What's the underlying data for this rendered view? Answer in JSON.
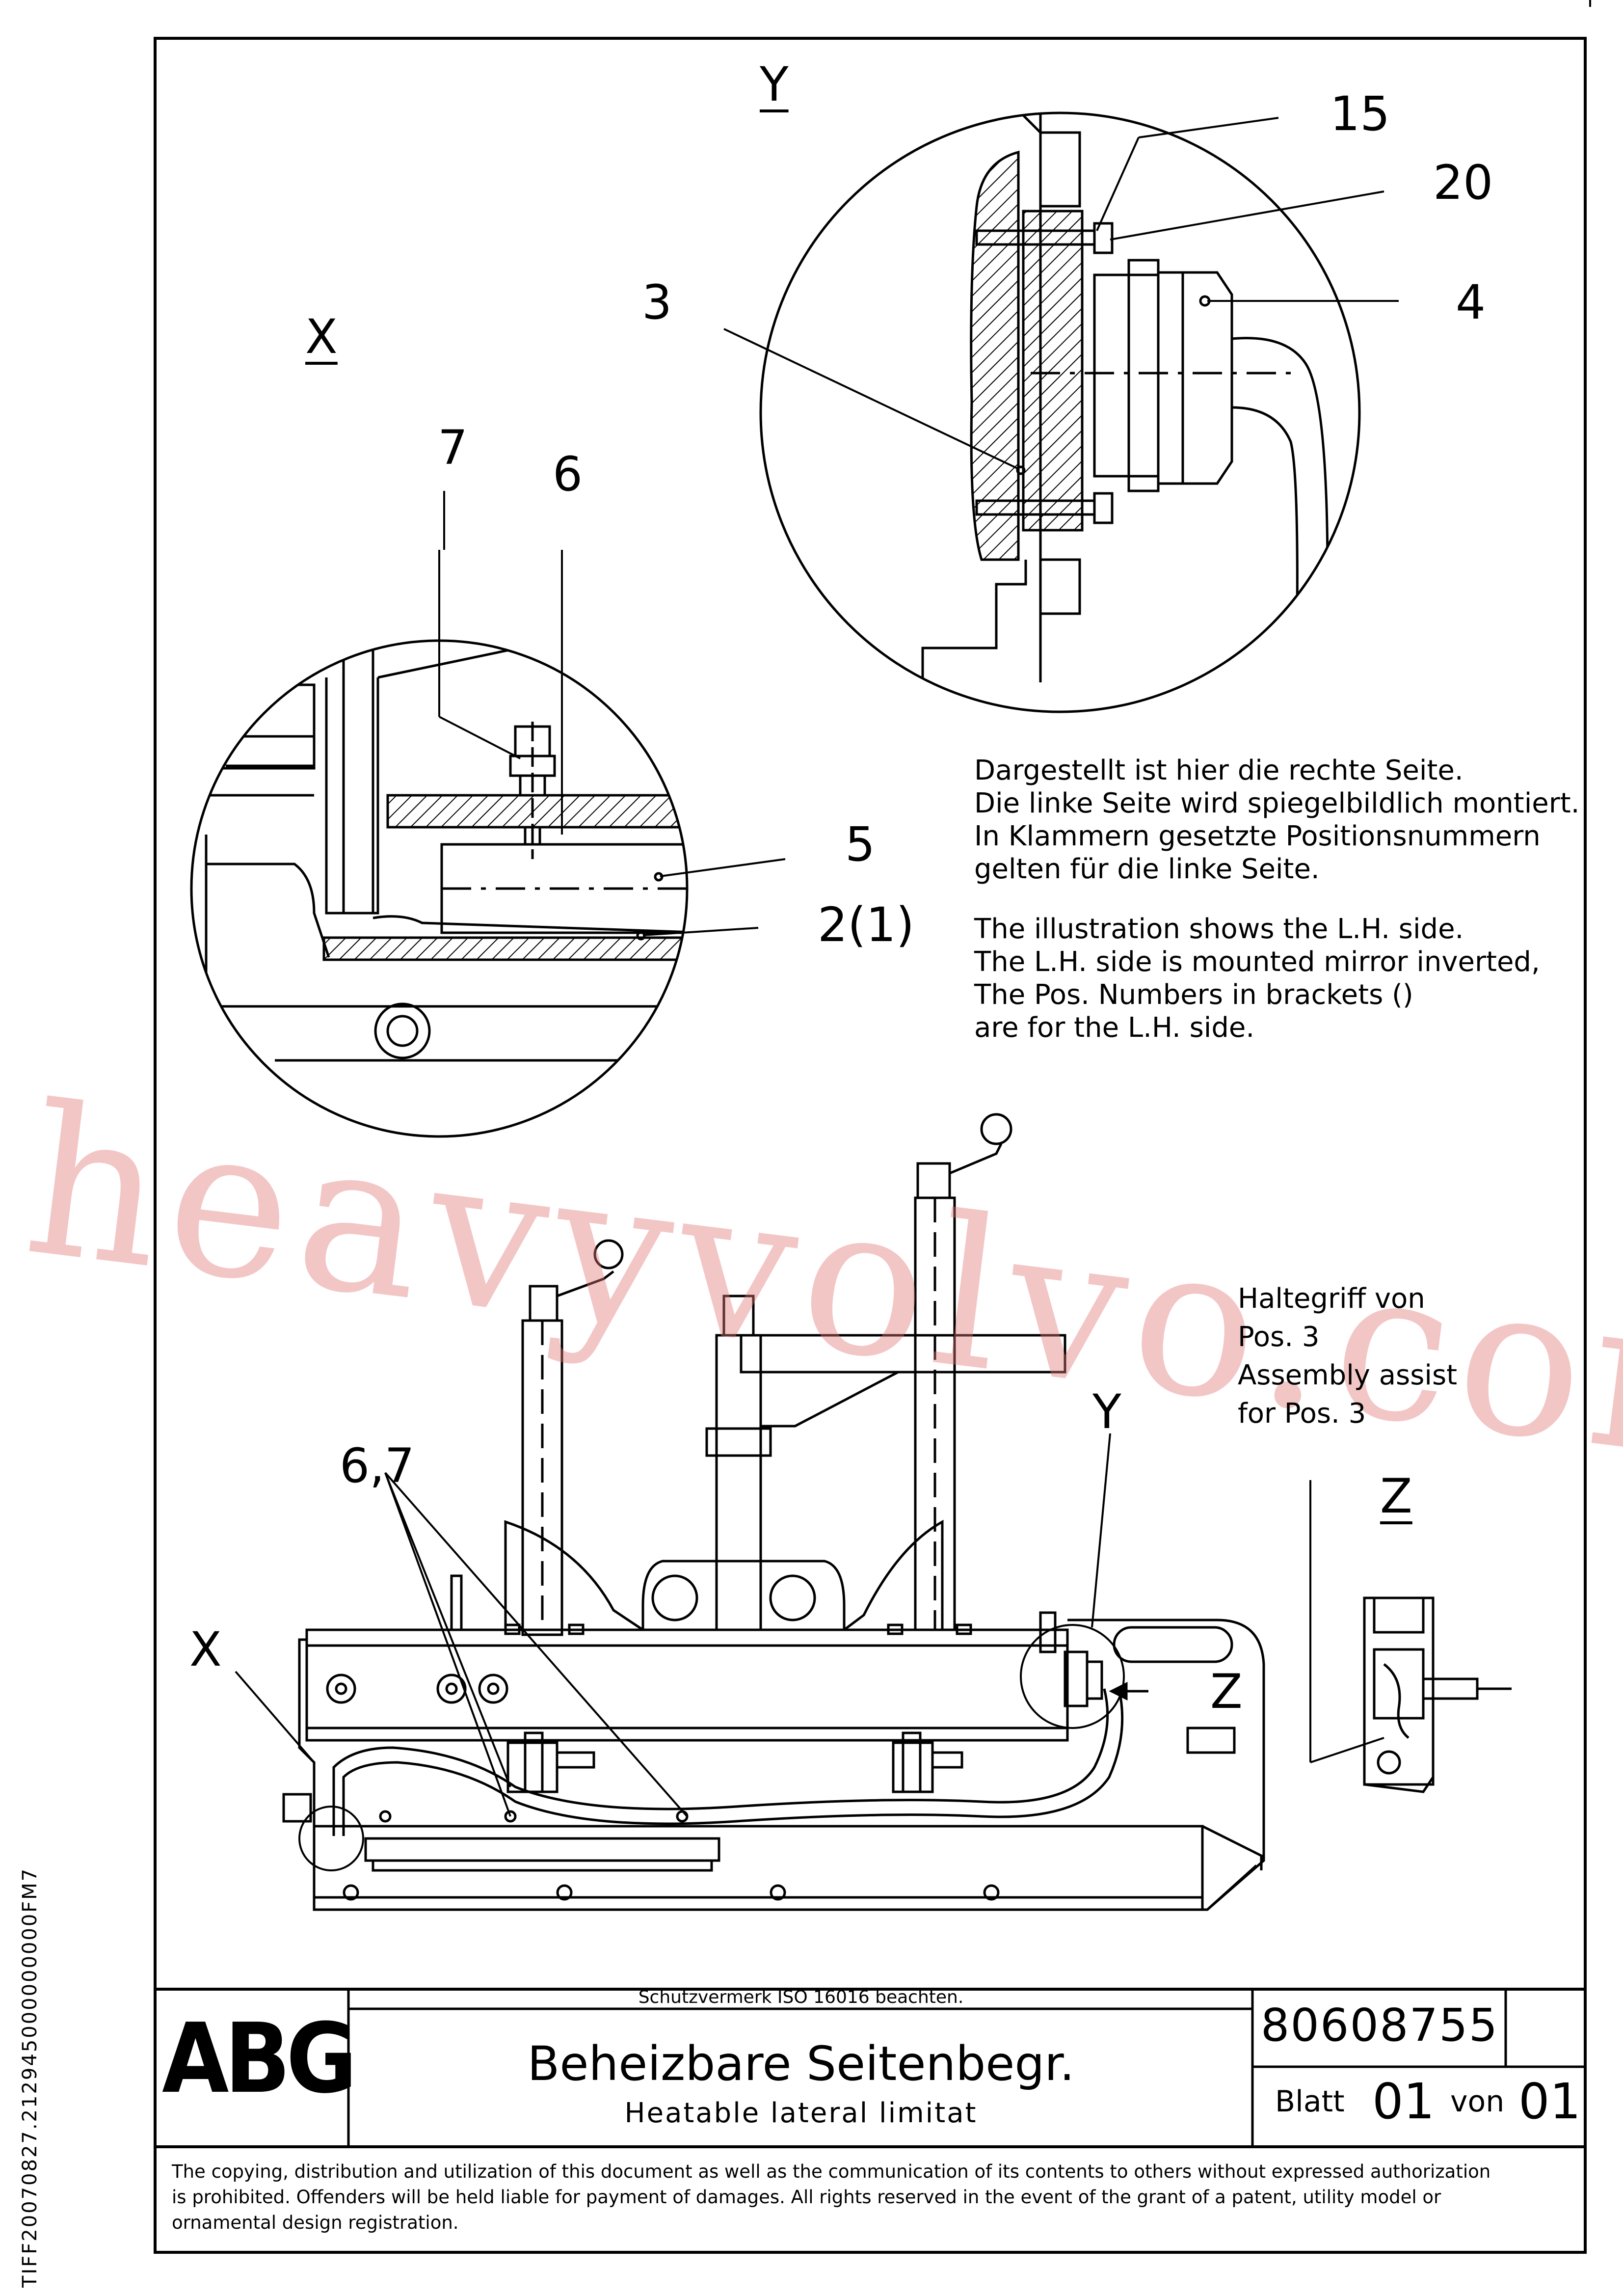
{
  "side_code": "TIFF20070827.212945000000000FM7",
  "views": {
    "y": "Y",
    "x": "X",
    "z": "Z"
  },
  "callouts": {
    "c15": "15",
    "c20": "20",
    "c3": "3",
    "c4": "4",
    "c7": "7",
    "c6": "6",
    "c5": "5",
    "c2_1": "2(1)",
    "c67": "6,7",
    "cX": "X",
    "cY": "Y",
    "cZ": "Z"
  },
  "notes": {
    "de": [
      "Dargestellt ist hier die rechte Seite.",
      "Die linke Seite wird spiegelbildlich montiert.",
      "In Klammern gesetzte Positionsnummern",
      "gelten für die linke Seite."
    ],
    "en": [
      "The illustration shows the L.H. side.",
      "The L.H. side is mounted mirror inverted,",
      "The Pos. Numbers in brackets ()",
      "are for the L.H. side."
    ]
  },
  "assist_note": [
    "Haltegriff von",
    "Pos. 3",
    "Assembly assist",
    "for Pos. 3"
  ],
  "watermark": "heavyvolvo.com",
  "title_block": {
    "protection_note": "Schutzvermerk ISO 16016 beachten.",
    "logo": "ABG",
    "title": "Beheizbare Seitenbegr.",
    "subtitle": "Heatable lateral limitat",
    "drawing_number": "80608755",
    "sheet_label": "Blatt",
    "sheet_number": "01",
    "of_label": "von",
    "sheet_total": "01"
  },
  "copyright": [
    "The copying, distribution and utilization of this document as well as the communication of its contents to others without expressed authorization",
    "is prohibited. Offenders will be held liable for payment of damages. All rights reserved in the event of the grant of a patent, utility model or",
    "ornamental design registration."
  ]
}
